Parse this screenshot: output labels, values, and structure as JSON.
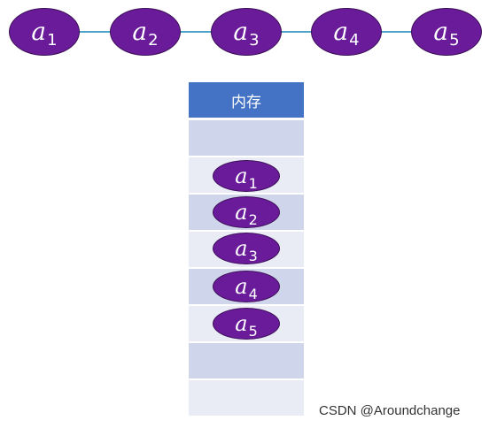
{
  "linked_list": {
    "nodes": [
      {
        "var": "a",
        "sub": "1"
      },
      {
        "var": "a",
        "sub": "2"
      },
      {
        "var": "a",
        "sub": "3"
      },
      {
        "var": "a",
        "sub": "4"
      },
      {
        "var": "a",
        "sub": "5"
      }
    ]
  },
  "memory": {
    "title": "内存",
    "nodes": [
      {
        "var": "a",
        "sub": "1"
      },
      {
        "var": "a",
        "sub": "2"
      },
      {
        "var": "a",
        "sub": "3"
      },
      {
        "var": "a",
        "sub": "4"
      },
      {
        "var": "a",
        "sub": "5"
      }
    ]
  },
  "watermark": "CSDN @Aroundchange",
  "colors": {
    "node_fill": "#6a1b9a",
    "connector": "#4da3c8",
    "header": "#4472c4",
    "cell_dark": "#cfd5ea",
    "cell_light": "#e9ebf5"
  }
}
